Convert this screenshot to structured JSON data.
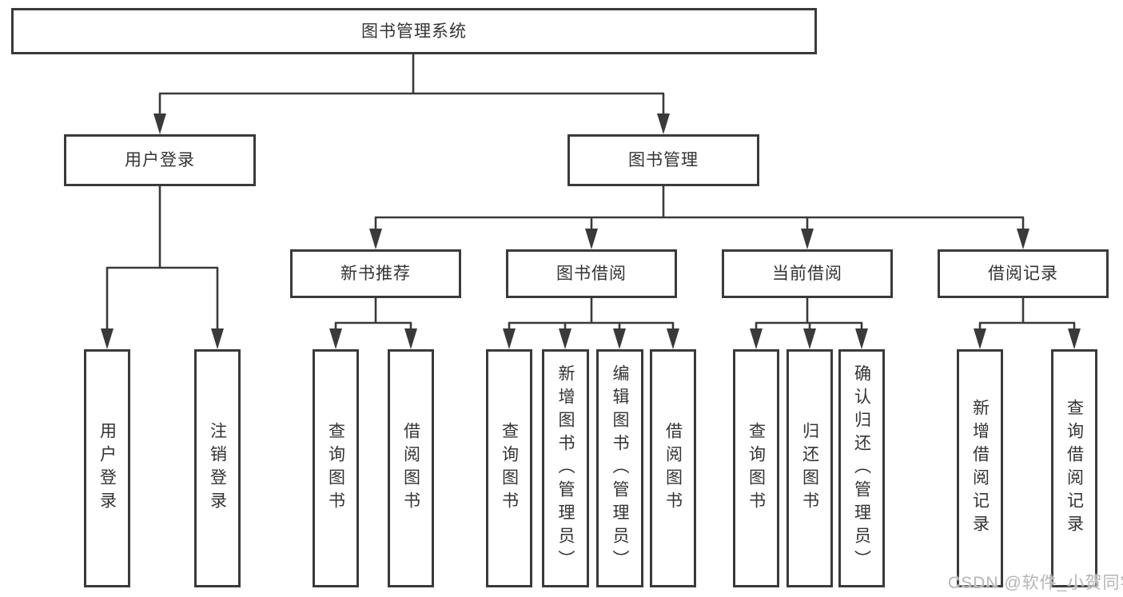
{
  "title": "图书管理系统",
  "colors": {
    "line": "#3a3a3a",
    "text": "#333333",
    "box_background": "#ffffff",
    "watermark": "#b5b5b5",
    "page_background": "#ffffff"
  },
  "watermark": {
    "text": "CSDN @软件_小贺同学"
  },
  "nodes": {
    "root": {
      "label": "图书管理系统"
    },
    "user_login": {
      "label": "用户登录"
    },
    "book_mgmt": {
      "label": "图书管理"
    },
    "new_book_rec": {
      "label": "新书推荐"
    },
    "book_borrow": {
      "label": "图书借阅"
    },
    "current_borrow": {
      "label": "当前借阅"
    },
    "borrow_records": {
      "label": "借阅记录"
    },
    "ul_user_login": {
      "label": "用户登录"
    },
    "ul_logout": {
      "label": "注销登录"
    },
    "nbr_query": {
      "label": "查询图书"
    },
    "nbr_borrow": {
      "label": "借阅图书"
    },
    "bb_query": {
      "label": "查询图书"
    },
    "bb_add": {
      "label": "新增图书（管理员）"
    },
    "bb_edit": {
      "label": "编辑图书（管理员）"
    },
    "bb_borrow": {
      "label": "借阅图书"
    },
    "cb_query": {
      "label": "查询图书"
    },
    "cb_return": {
      "label": "归还图书"
    },
    "cb_confirm": {
      "label": "确认归还（管理员）"
    },
    "br_add": {
      "label": "新增借阅记录"
    },
    "br_query": {
      "label": "查询借阅记录"
    }
  },
  "hierarchy": {
    "图书管理系统": {
      "用户登录": [
        "用户登录",
        "注销登录"
      ],
      "图书管理": {
        "新书推荐": [
          "查询图书",
          "借阅图书"
        ],
        "图书借阅": [
          "查询图书",
          "新增图书（管理员）",
          "编辑图书（管理员）",
          "借阅图书"
        ],
        "当前借阅": [
          "查询图书",
          "归还图书",
          "确认归还（管理员）"
        ],
        "借阅记录": [
          "新增借阅记录",
          "查询借阅记录"
        ]
      }
    }
  }
}
